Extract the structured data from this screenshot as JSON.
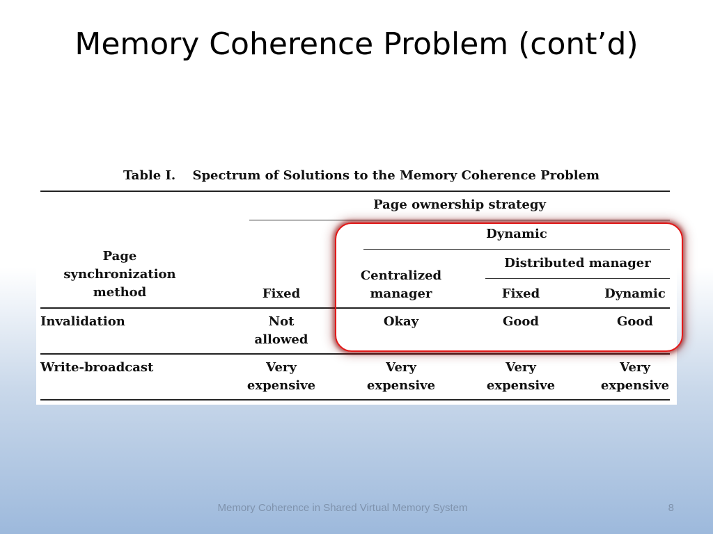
{
  "slide": {
    "title": "Memory Coherence Problem (cont’d)",
    "footer": "Memory Coherence in Shared Virtual Memory System",
    "page_number": "8"
  },
  "table": {
    "caption_number": "Table I.",
    "caption_text": "Spectrum of Solutions to the Memory Coherence Problem",
    "headers": {
      "row_header": [
        "Page",
        "synchronization",
        "method"
      ],
      "ownership": "Page ownership strategy",
      "dynamic": "Dynamic",
      "distributed_manager": "Distributed manager",
      "fixed": "Fixed",
      "centralized_manager": [
        "Centralized",
        "manager"
      ],
      "distributed_fixed": "Fixed",
      "distributed_dynamic": "Dynamic"
    },
    "rows": [
      {
        "method": "Invalidation",
        "fixed": [
          "Not",
          "allowed"
        ],
        "centralized": [
          "Okay"
        ],
        "distributed_fixed": [
          "Good"
        ],
        "distributed_dynamic": [
          "Good"
        ]
      },
      {
        "method": "Write-broadcast",
        "fixed": [
          "Very",
          "expensive"
        ],
        "centralized": [
          "Very",
          "expensive"
        ],
        "distributed_fixed": [
          "Very",
          "expensive"
        ],
        "distributed_dynamic": [
          "Very",
          "expensive"
        ]
      }
    ]
  },
  "colors": {
    "highlight": "#e11818",
    "footer_text": "#7f93ad",
    "gradient_bottom": "#9db9dc"
  }
}
